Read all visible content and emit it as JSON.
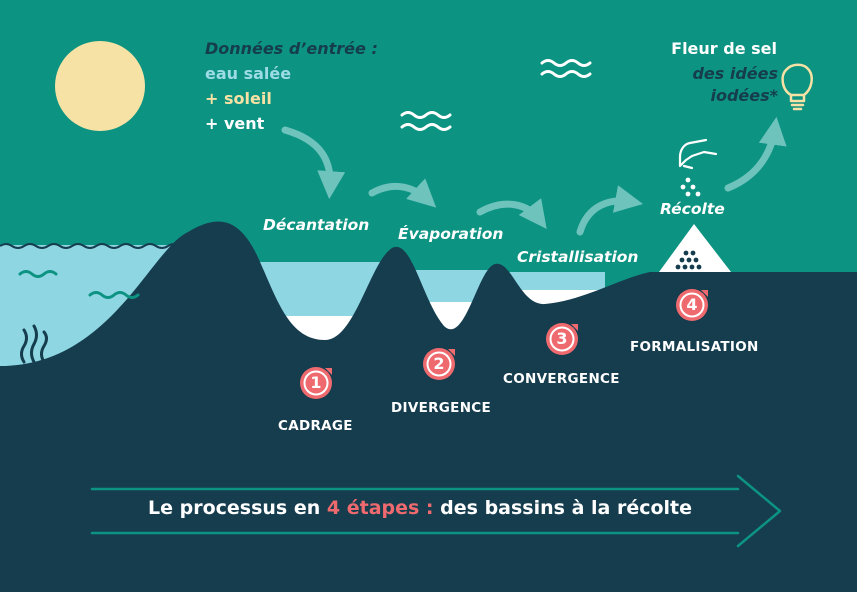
{
  "input": {
    "title": "Données d’entrée :",
    "line1": "eau salée",
    "line2": "+ soleil",
    "line3": "+ vent"
  },
  "output": {
    "title": "Fleur de sel",
    "line1": "des idées",
    "line2": "iodées*"
  },
  "processes": {
    "decantation": "Décantation",
    "evaporation": "Évaporation",
    "cristallisation": "Cristallisation",
    "recolte": "Récolte"
  },
  "stages": [
    {
      "number": "1",
      "label": "CADRAGE"
    },
    {
      "number": "2",
      "label": "DIVERGENCE"
    },
    {
      "number": "3",
      "label": "CONVERGENCE"
    },
    {
      "number": "4",
      "label": "FORMALISATION"
    }
  ],
  "banner": {
    "part1": "Le processus en",
    "highlight": "4 étapes :",
    "part2": "des bassins à la récolte"
  },
  "icons": [
    "sun-icon",
    "wave-icon",
    "seaweed-icon",
    "salt-pile-icon",
    "hand-icon",
    "lightbulb-icon",
    "arrow-icon"
  ],
  "colors": {
    "sky": "#0d9382",
    "ground": "#153d4e",
    "water": "#8fd6e3",
    "sun": "#f6e2a4",
    "accent": "#ef6a6e",
    "arrow": "#6ec3bd"
  }
}
